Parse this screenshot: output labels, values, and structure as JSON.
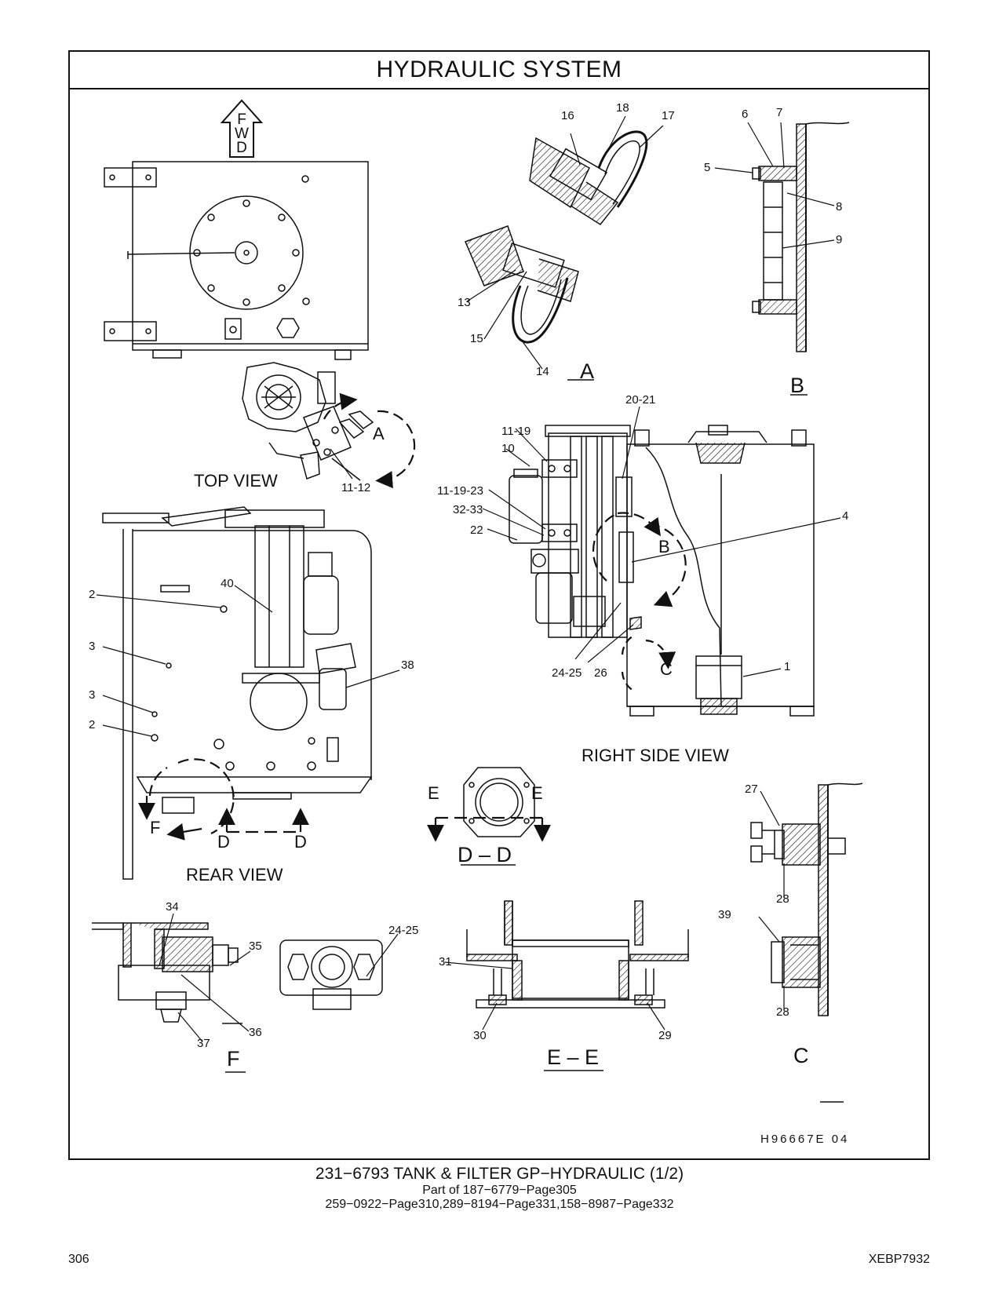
{
  "title": "HYDRAULIC   SYSTEM",
  "fwd": [
    "F",
    "W",
    "D"
  ],
  "views": {
    "top": "TOP VIEW",
    "right_side": "RIGHT SIDE VIEW",
    "rear": "REAR VIEW"
  },
  "detail_labels": {
    "A": "A",
    "B": "B",
    "C": "C",
    "F": "F",
    "DD": "D – D",
    "EE": "E – E",
    "D": "D",
    "E": "E"
  },
  "callouts": {
    "c1": "1",
    "c2": "2",
    "c3": "3",
    "c4": "4",
    "c5": "5",
    "c6": "6",
    "c7": "7",
    "c8": "8",
    "c9": "9",
    "c10": "10",
    "c11_12": "11-12",
    "c11_19": "11-19",
    "c11_19_23": "11-19-23",
    "c13": "13",
    "c14": "14",
    "c15": "15",
    "c16": "16",
    "c17": "17",
    "c18": "18",
    "c20_21": "20-21",
    "c22": "22",
    "c24_25": "24-25",
    "c26": "26",
    "c27": "27",
    "c28": "28",
    "c29": "29",
    "c30": "30",
    "c31": "31",
    "c32_33": "32-33",
    "c34": "34",
    "c35": "35",
    "c36": "36",
    "c37": "37",
    "c38": "38",
    "c39": "39",
    "c40": "40"
  },
  "drawing_id": "H96667E    04",
  "caption": {
    "line1": "231−6793   TANK  &  FILTER  GP−HYDRAULIC  (1/2)",
    "line2": "Part of 187−6779−Page305",
    "line3": "259−0922−Page310,289−8194−Page331,158−8987−Page332"
  },
  "page_number": "306",
  "doc_code": "XEBP7932"
}
